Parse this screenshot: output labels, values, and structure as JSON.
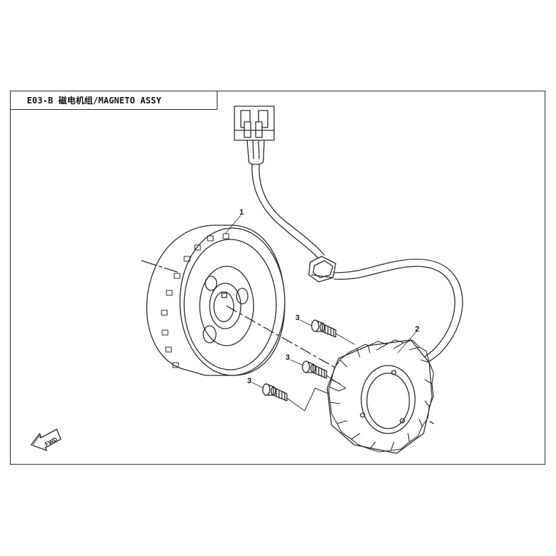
{
  "title": "E03-B 磁电机组/MAGNETO ASSY",
  "callouts": {
    "flywheel": "1",
    "stator": "2",
    "bolt_top": "3",
    "bolt_mid": "3",
    "bolt_low": "3"
  },
  "fwd_label": "FWD",
  "colors": {
    "line": "#2a2a2a",
    "background": "#ffffff"
  }
}
